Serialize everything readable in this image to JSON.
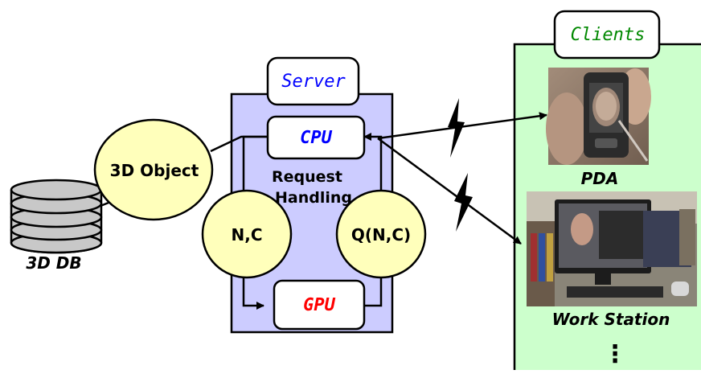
{
  "db": {
    "label": "3D DB"
  },
  "object": {
    "label": "3D Object"
  },
  "server": {
    "title": "Server",
    "cpu": "CPU",
    "gpu": "GPU",
    "request_line1": "Request",
    "request_line2": "Handling",
    "nc": "N,C",
    "qnc": "Q(N,C)"
  },
  "clients": {
    "title": "Clients",
    "pda": "PDA",
    "workstation": "Work Station",
    "more": "⋮"
  },
  "colors": {
    "server_fill": "#ccccff",
    "clients_fill": "#ccffcc",
    "ellipse_fill": "#ffffbb",
    "db_fill": "#c8c8c8",
    "cpu_text": "#0000ff",
    "gpu_text": "#ff0000",
    "clients_text": "#008800"
  },
  "icons": [
    "database-icon",
    "lightning-icon",
    "pda-photo",
    "workstation-photo"
  ]
}
